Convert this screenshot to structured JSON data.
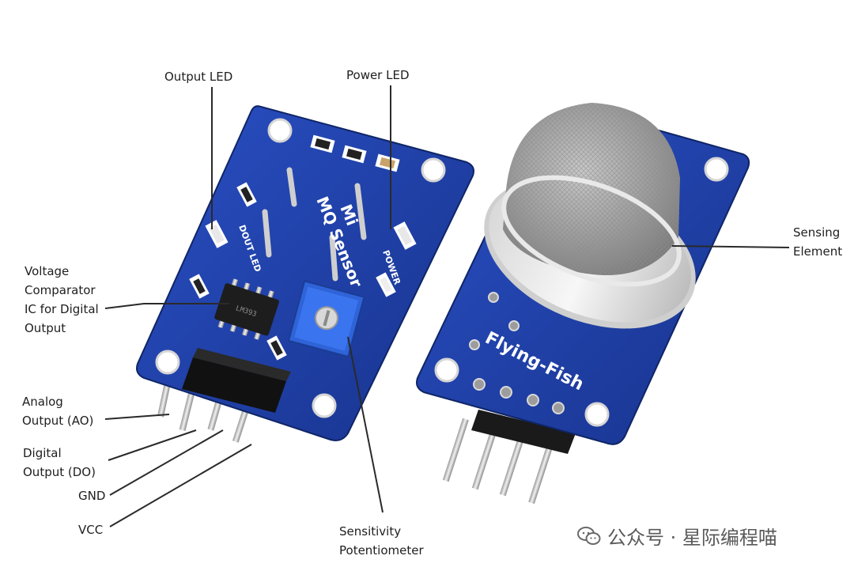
{
  "labels": {
    "output_led": "Output LED",
    "power_led": "Power LED",
    "sensing_element": [
      "Sensing",
      "Element"
    ],
    "voltage_comparator": [
      "Voltage",
      "Comparator",
      "IC for Digital",
      "Output"
    ],
    "analog_output": [
      "Analog",
      "Output (AO)"
    ],
    "digital_output": [
      "Digital",
      "Output (DO)"
    ],
    "gnd": "GND",
    "vcc": "VCC",
    "sensitivity_pot": [
      "Sensitivity",
      "Potentiometer"
    ]
  },
  "board_text": {
    "left_title_1": "MQ Sensor",
    "left_title_2": "Mi",
    "dout_led": "DOUT LED",
    "power": "POWER",
    "right_brand": "Flying-Fish",
    "chip_marking": "LM393"
  },
  "watermark": {
    "text": "公众号 · 星际编程喵",
    "icon": "wechat-icon"
  },
  "colors": {
    "pcb_blue": "#1f3fa6",
    "pcb_dark": "#16307f",
    "mesh_grey": "#a7a7a7",
    "line": "#2a2a2a"
  }
}
